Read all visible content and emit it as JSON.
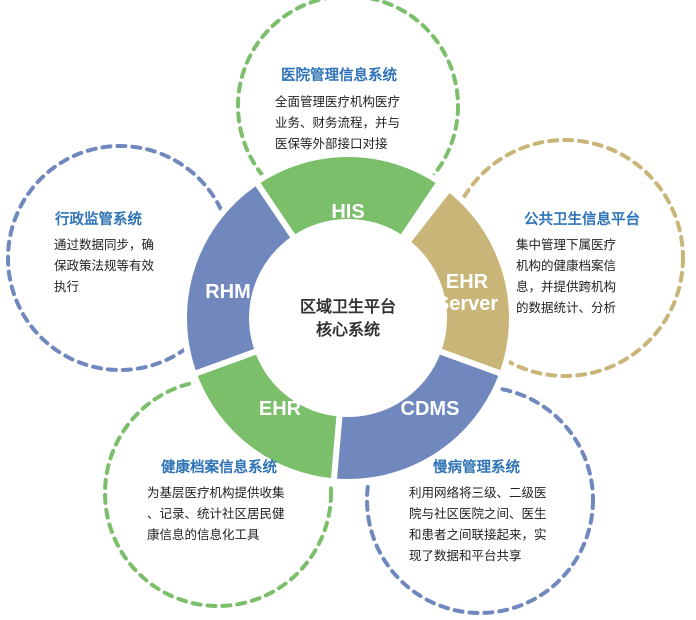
{
  "colors": {
    "green": "#7bbf6a",
    "blue": "#7088bd",
    "gold": "#c9b578",
    "title_blue": "#2f74b6"
  },
  "center": {
    "line1": "区域卫生平台",
    "line2": "核心系统"
  },
  "segments": {
    "his": "HIS",
    "ehr_server_1": "EHR",
    "ehr_server_2": "Server",
    "cdms": "CDMS",
    "ehr": "EHR",
    "rhm": "RHM"
  },
  "systems": {
    "his": {
      "title": "医院管理信息系统",
      "lines": [
        "全面管理医疗机构医疗",
        "业务、财务流程，并与",
        "医保等外部接口对接"
      ]
    },
    "public_health": {
      "title": "公共卫生信息平台",
      "lines": [
        "集中管理下属医疗",
        "机构的健康档案信",
        "息，并提供跨机构",
        "的数据统计、分析"
      ]
    },
    "chronic": {
      "title": "慢病管理系统",
      "lines": [
        "利用网络将三级、二级医",
        "院与社区医院之间、医生",
        "和患者之间联接起来，实",
        "现了数据和平台共享"
      ]
    },
    "health_record": {
      "title": "健康档案信息系统",
      "lines": [
        "为基层医疗机构提供收集",
        "、记录、统计社区居民健",
        "康信息的信息化工具"
      ]
    },
    "admin": {
      "title": "行政监管系统",
      "lines": [
        "通过数据同步，确",
        "保政策法规等有效",
        "执行"
      ]
    }
  }
}
